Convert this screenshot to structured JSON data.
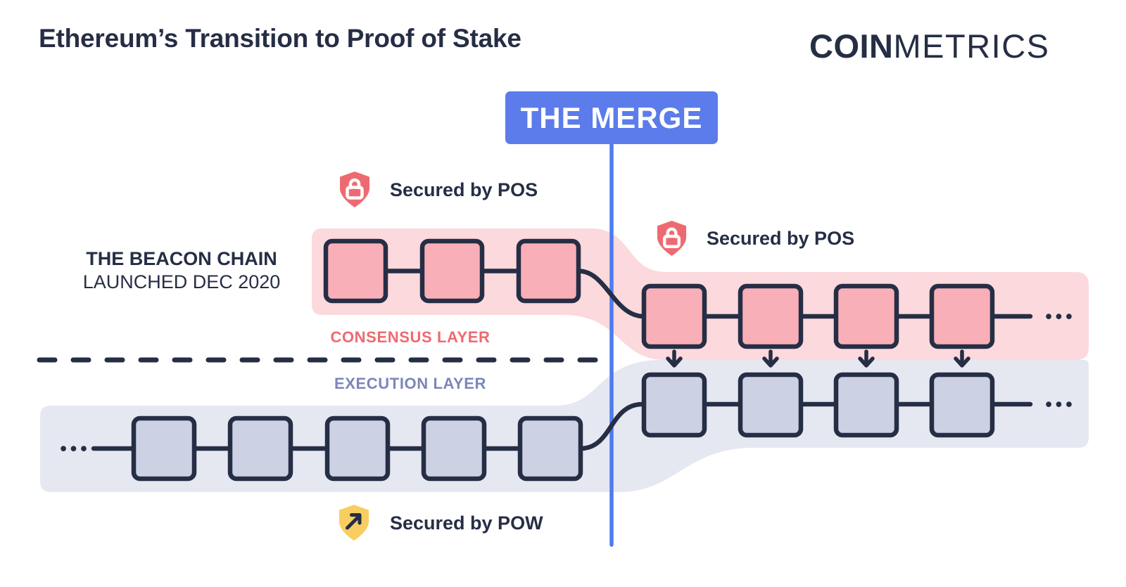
{
  "title": "Ethereum’s Transition to Proof of Stake",
  "logo": {
    "bold": "COIN",
    "light": "METRICS"
  },
  "merge_banner": "THE MERGE",
  "beacon": {
    "line1": "THE BEACON CHAIN",
    "line2": "LAUNCHED DEC 2020"
  },
  "layers": {
    "consensus": "CONSENSUS LAYER",
    "execution": "EXECUTION LAYER"
  },
  "security": {
    "pos_top": "Secured by POS",
    "pos_right": "Secured by POS",
    "pow": "Secured by POW"
  },
  "ellipsis": "•••",
  "icons": {
    "pos": "lock-shield-icon",
    "pow": "pickaxe-shield-icon"
  },
  "chain": {
    "beacon_blocks_pre_merge": 3,
    "beacon_blocks_post_merge": 4,
    "execution_blocks_pre_merge": 5,
    "execution_blocks_post_merge": 4,
    "post_merge_links": 4
  },
  "colors": {
    "navy": "#262e45",
    "pink_band": "#fbd9dc",
    "pink_block": "#f9afb7",
    "gray_band": "#e5e8f1",
    "gray_block": "#ccd1e3",
    "banner_blue": "#5b7cea",
    "line_blue": "#4c7cf0",
    "shield_red": "#ee6a72",
    "consensus_red": "#f0696f",
    "execution_per": "#7b86ba",
    "shield_yellow": "#f9ce60",
    "white": "#ffffff"
  }
}
